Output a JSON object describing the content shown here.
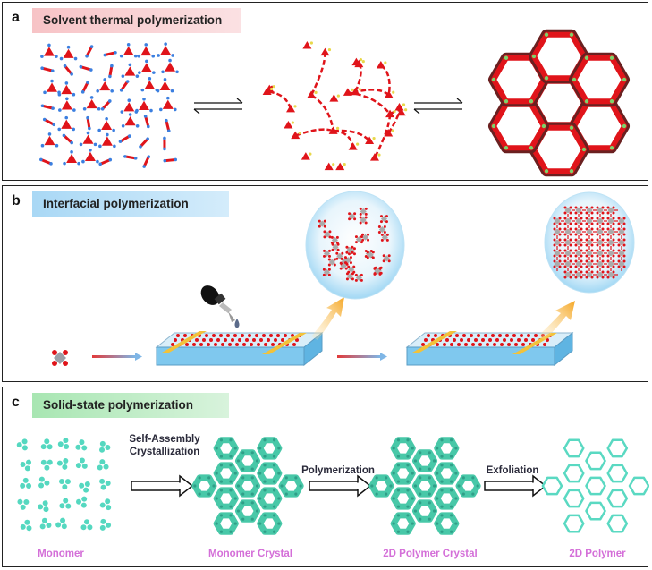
{
  "panels": {
    "a": {
      "letter": "a",
      "title": "Solvent thermal polymerization"
    },
    "b": {
      "letter": "b",
      "title": "Interfacial polymerization"
    },
    "c": {
      "letter": "c",
      "title": "Solid-state polymerization"
    }
  },
  "steps_c": {
    "step1_line1": "Self-Assembly",
    "step1_line2": "Crystallization",
    "step2": "Polymerization",
    "step3": "Exfoliation"
  },
  "labels_c": {
    "monomer": "Monomer",
    "monomer_crystal": "Monomer Crystal",
    "polymer_crystal": "2D Polymer Crystal",
    "polymer": "2D Polymer"
  },
  "colors": {
    "node_red": "#e0141a",
    "linker_blue": "#3b7fe0",
    "cyan_molecule": "#55d8c0",
    "pink_label": "#d46fd8",
    "water": "#7fc8ee",
    "yellow_rail": "#f2c23a"
  }
}
